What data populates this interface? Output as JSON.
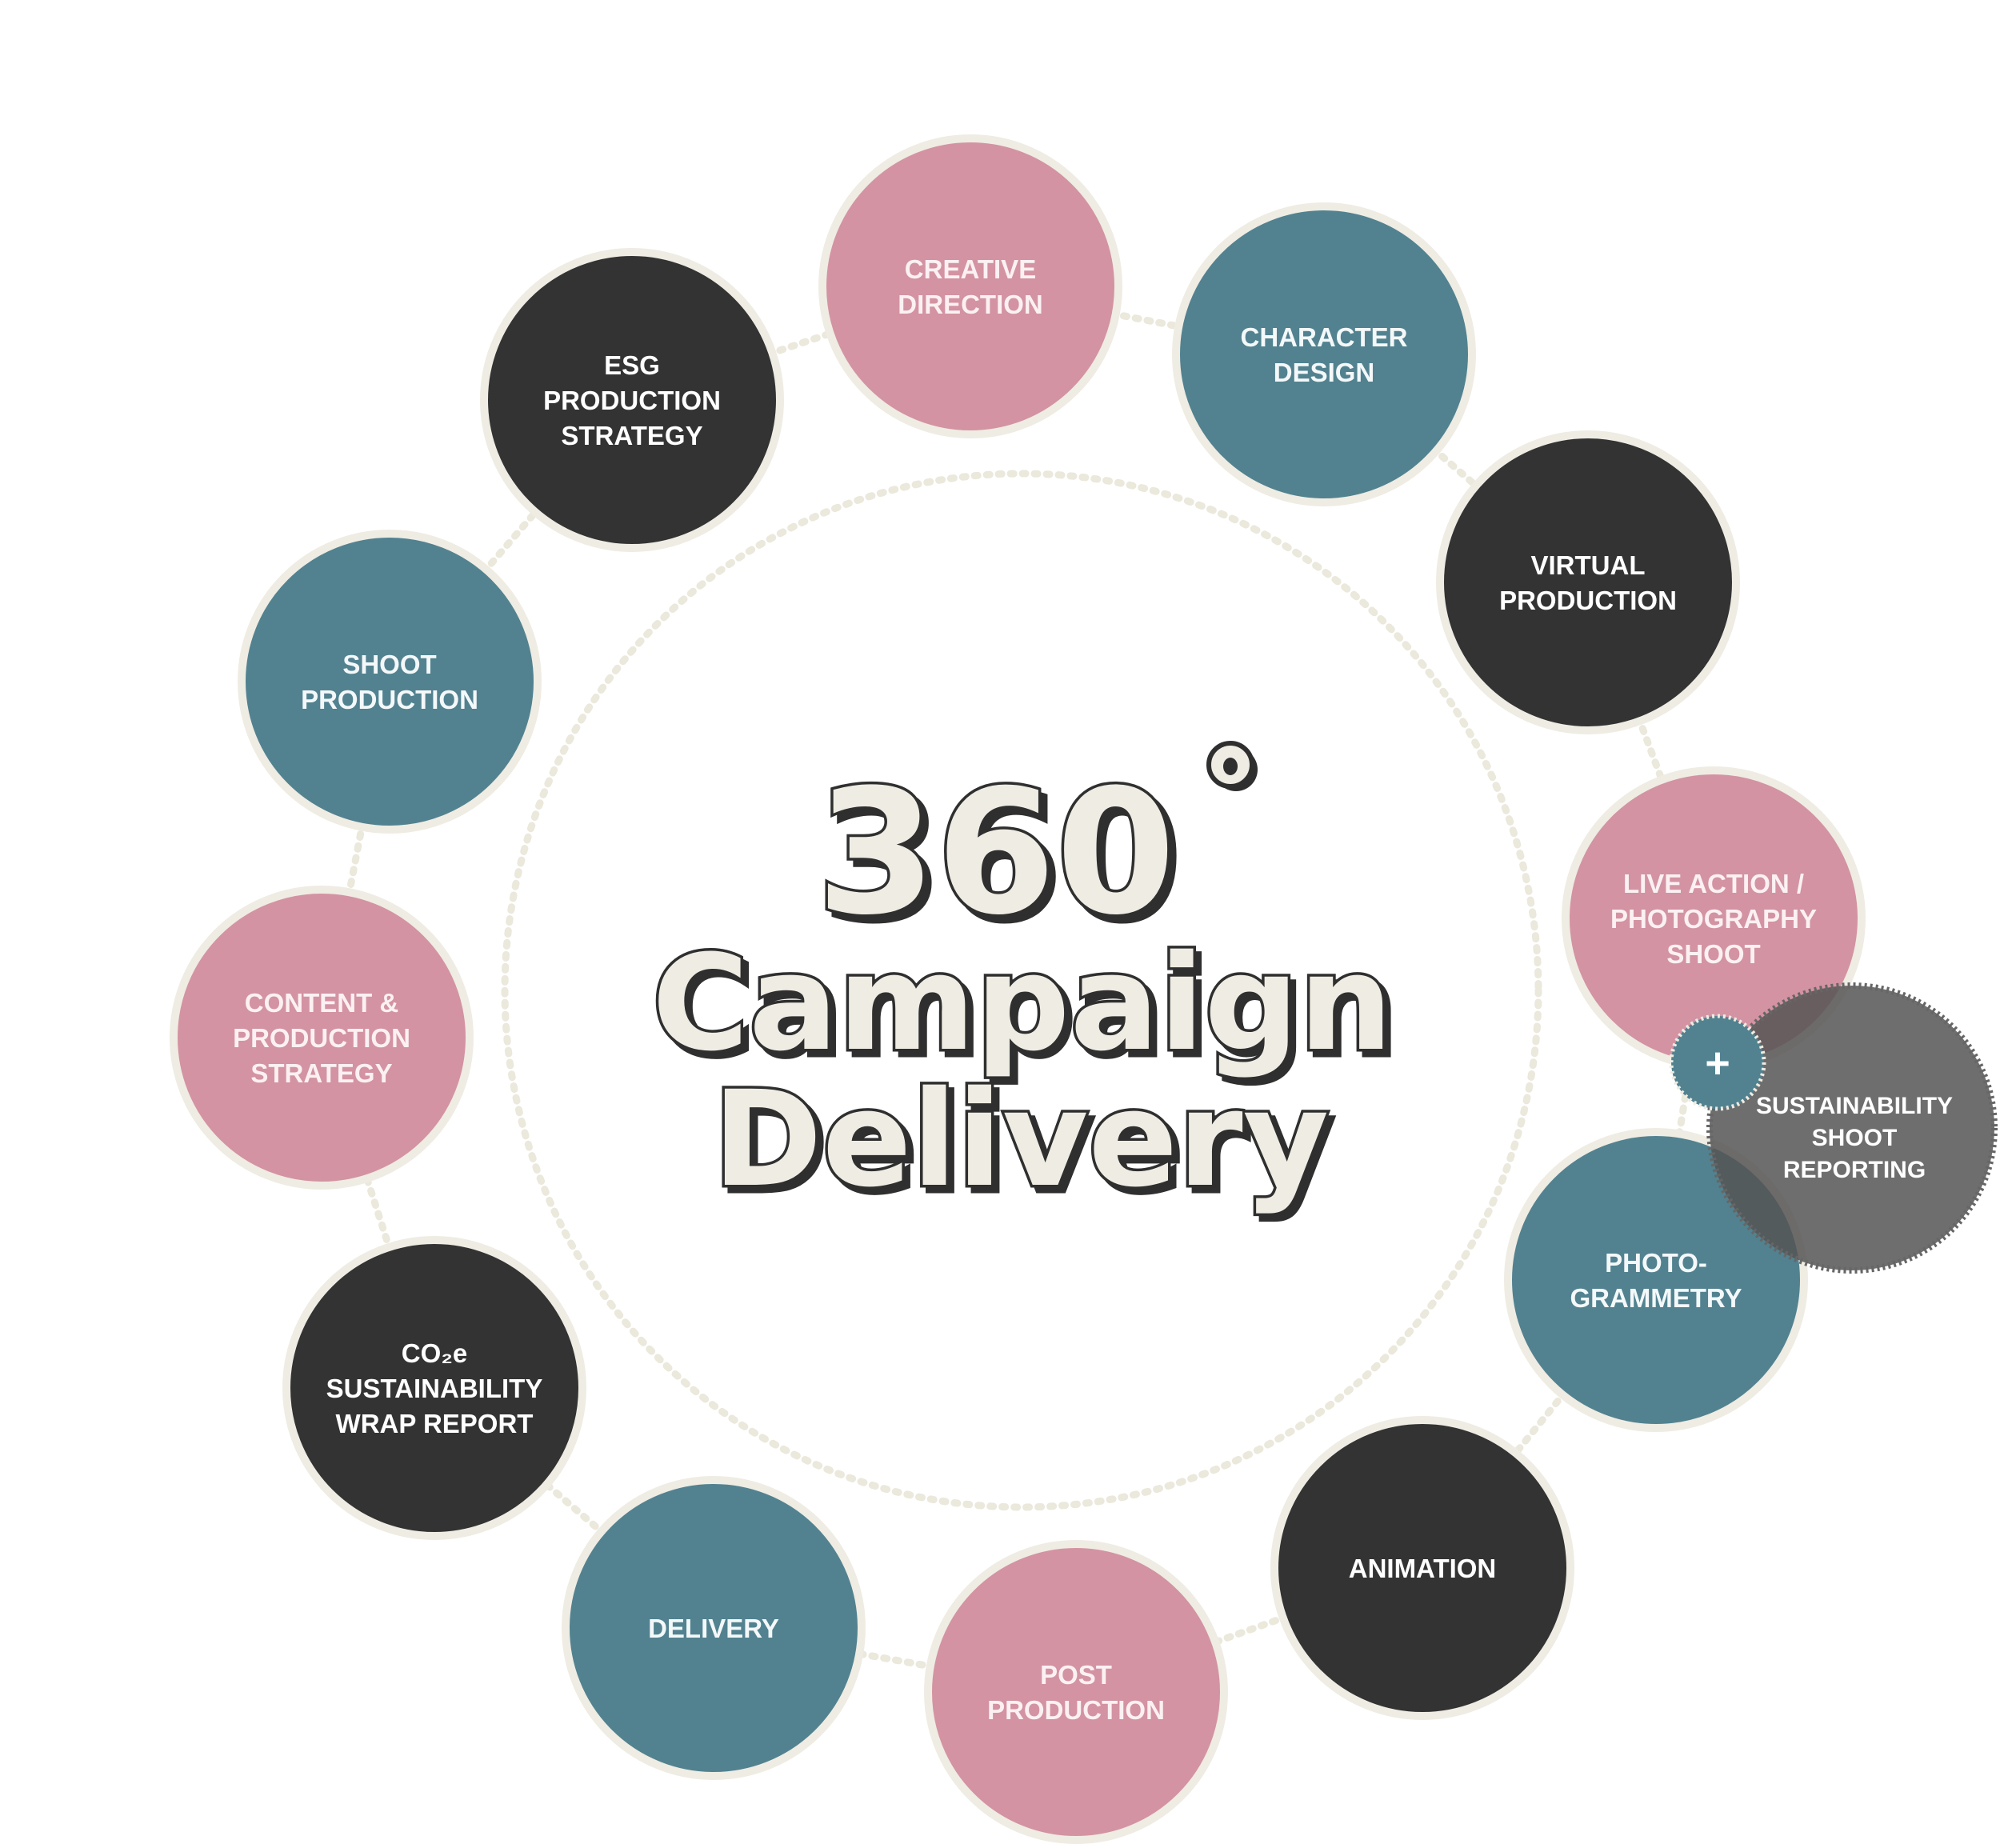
{
  "title": {
    "number": "360",
    "line1": "Campaign",
    "line2": "Delivery"
  },
  "colors": {
    "pink": "#d393a2",
    "teal": "#528290",
    "dark": "#333333",
    "ring": "#ebe8dc",
    "title_fill": "#efece3",
    "sustainability_grey": "#6b6b6b"
  },
  "stages": [
    {
      "id": "creative-direction",
      "label": [
        "CREATIVE",
        "DIRECTION"
      ],
      "color": "pink"
    },
    {
      "id": "character-design",
      "label": [
        "CHARACTER",
        "DESIGN"
      ],
      "color": "teal"
    },
    {
      "id": "virtual-production",
      "label": [
        "VIRTUAL",
        "PRODUCTION"
      ],
      "color": "dark"
    },
    {
      "id": "live-action-photography-shoot",
      "label": [
        "LIVE ACTION /",
        "PHOTOGRAPHY",
        "SHOOT"
      ],
      "color": "pink"
    },
    {
      "id": "photogrammetry",
      "label": [
        "PHOTO-",
        "GRAMMETRY"
      ],
      "color": "teal"
    },
    {
      "id": "animation",
      "label": [
        "ANIMATION"
      ],
      "color": "dark"
    },
    {
      "id": "post-production",
      "label": [
        "POST",
        "PRODUCTION"
      ],
      "color": "pink"
    },
    {
      "id": "delivery",
      "label": [
        "DELIVERY"
      ],
      "color": "teal"
    },
    {
      "id": "co2e-sustainability-wrap-report",
      "label": [
        "CO₂e",
        "SUSTAINABILITY",
        "WRAP REPORT"
      ],
      "color": "dark"
    },
    {
      "id": "content-production-strategy",
      "label": [
        "CONTENT &",
        "PRODUCTION",
        "STRATEGY"
      ],
      "color": "pink"
    },
    {
      "id": "shoot-production",
      "label": [
        "SHOOT",
        "PRODUCTION"
      ],
      "color": "teal"
    },
    {
      "id": "esg-production-strategy",
      "label": [
        "ESG",
        "PRODUCTION",
        "STRATEGY"
      ],
      "color": "dark"
    }
  ],
  "addon": {
    "symbol": "+",
    "label": [
      "SUSTAINABILITY",
      "SHOOT",
      "REPORTING"
    ]
  }
}
